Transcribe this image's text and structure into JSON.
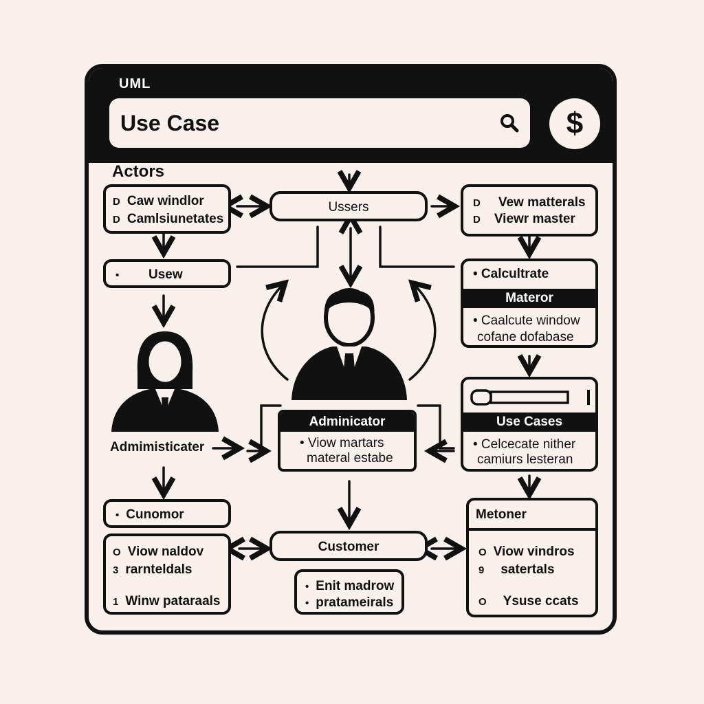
{
  "header": {
    "uml_label": "UML",
    "search_text": "Use Case",
    "search_icon": "search-icon",
    "currency_symbol": "$"
  },
  "actors_heading": "Actors",
  "left": {
    "box1": {
      "lines": [
        {
          "tag": "D",
          "text": "Caw windlor"
        },
        {
          "tag": "D",
          "text": "Camlsiunetates"
        }
      ]
    },
    "usew": {
      "tag": "•",
      "text": "Usew"
    },
    "actor_label": "Admimisticater",
    "cunomor": {
      "tag": "•",
      "text": "Cunomor"
    },
    "box4": {
      "lines": [
        {
          "tag": "O",
          "text": "Viow naldov"
        },
        {
          "tag": "3",
          "text": "rarnteldals"
        },
        {
          "tag": "1",
          "text": "Winw pataraals"
        }
      ]
    }
  },
  "center": {
    "users": "Ussers",
    "administrator": {
      "title": "Adminicator",
      "lines": [
        "• Viow martars",
        "materal estabe"
      ]
    },
    "customer": "Customer",
    "entbox": {
      "lines": [
        {
          "tag": "•",
          "text": "Enit madrow"
        },
        {
          "tag": "•",
          "text": "pratameirals"
        }
      ]
    }
  },
  "right": {
    "view_box": {
      "lines": [
        {
          "tag": "D",
          "text": "Vew matterals"
        },
        {
          "tag": "D",
          "text": "Viewr master"
        }
      ]
    },
    "calc_box": {
      "title": "• Calcultrate",
      "bar": "Materor",
      "lines": [
        "• Caalcute window",
        "cofane dofabase"
      ]
    },
    "usecases_box": {
      "bar": "Use Cases",
      "lines": [
        "• Celcecate nither",
        "camiurs lesteran"
      ]
    },
    "metoner_box": {
      "title": "Metoner",
      "lines": [
        {
          "tag": "O",
          "text": "Viow vindros"
        },
        {
          "tag": "9",
          "text": "satertals"
        },
        {
          "tag": "O",
          "text": "Ysuse ccats"
        }
      ]
    }
  }
}
